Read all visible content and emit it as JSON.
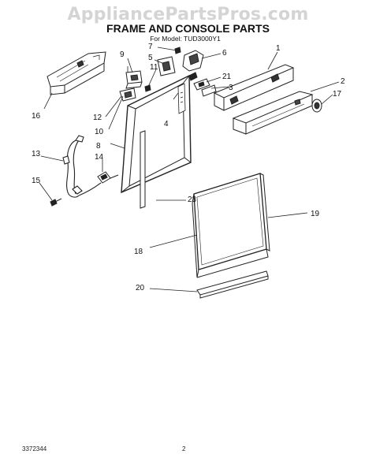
{
  "watermark": "AppliancePartsPros.com",
  "title": "FRAME AND CONSOLE PARTS",
  "subtitle": "For Model: TUD3000Y1",
  "callouts": [
    "1",
    "2",
    "3",
    "4",
    "5",
    "6",
    "7",
    "8",
    "9",
    "10",
    "11",
    "12",
    "13",
    "14",
    "15",
    "16",
    "17",
    "18",
    "19",
    "20",
    "21",
    "23"
  ],
  "footer": {
    "code": "3372344",
    "page": "2"
  }
}
